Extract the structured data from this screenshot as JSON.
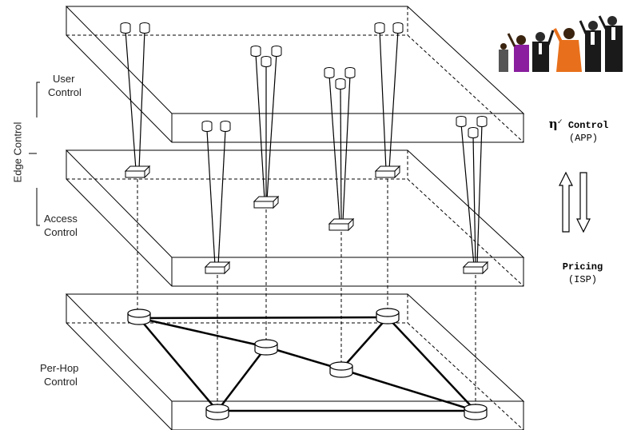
{
  "labels": {
    "user_control": [
      "User",
      "Control"
    ],
    "access_control": [
      "Access",
      "Control"
    ],
    "edge_control": "Edge Control",
    "per_hop_control": [
      "Per-Hop",
      "Control"
    ],
    "control_title": "Control",
    "control_sub": "(APP)",
    "pricing_title": "Pricing",
    "pricing_sub": "(ISP)",
    "eta_symbol": "η"
  },
  "colors": {
    "stroke": "#000000",
    "plane_edge": "#555555",
    "figure_purple": "#8a1e9e",
    "figure_orange": "#e8701c",
    "figure_dark": "#1a1a1a"
  },
  "icons": [
    "host-icon",
    "edge-router-icon",
    "core-router-icon",
    "people-clipart-icon",
    "up-arrow-icon",
    "down-arrow-icon"
  ]
}
